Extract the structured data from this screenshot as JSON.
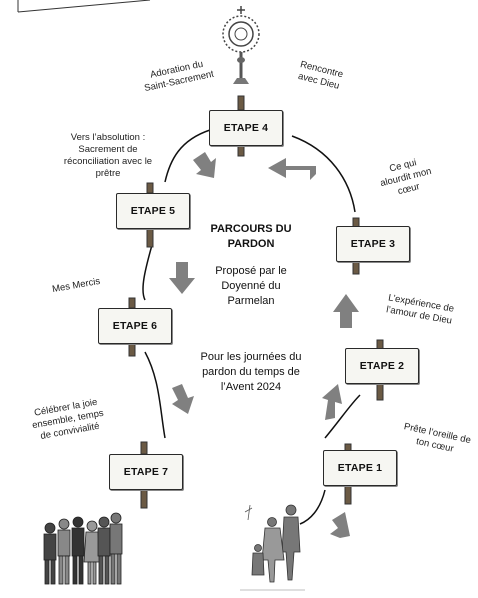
{
  "title": "PARCOURS DU PARDON",
  "subtitle": "Proposé par le Doyenné du Parmelan",
  "occasion": "Pour les journées du pardon du temps de l’Avent 2024",
  "stages": [
    {
      "label": "ETAPE 1",
      "caption": "Prête l’oreille de ton cœur"
    },
    {
      "label": "ETAPE 2",
      "caption": "L’expérience de l’amour de Dieu"
    },
    {
      "label": "ETAPE 3",
      "caption": "Ce qui alourdit mon cœur"
    },
    {
      "label": "ETAPE 4",
      "caption": "Rencontre avec Dieu"
    },
    {
      "label": "ETAPE 5",
      "caption": "Vers l’absolution : Sacrement de réconciliation avec le prêtre"
    },
    {
      "label": "ETAPE 6",
      "caption": "Mes Mercis"
    },
    {
      "label": "ETAPE 7",
      "caption": "Célébrer la joie ensemble, temps de convivialité"
    }
  ],
  "adoration_caption": "Adoration du Saint-Sacrement",
  "colors": {
    "arrow": "#808080",
    "sign_border": "#2a2a2a",
    "post": "#6b5a44"
  },
  "icons": [
    "monstrance-icon",
    "family-walking-icon",
    "group-of-people-icon"
  ]
}
